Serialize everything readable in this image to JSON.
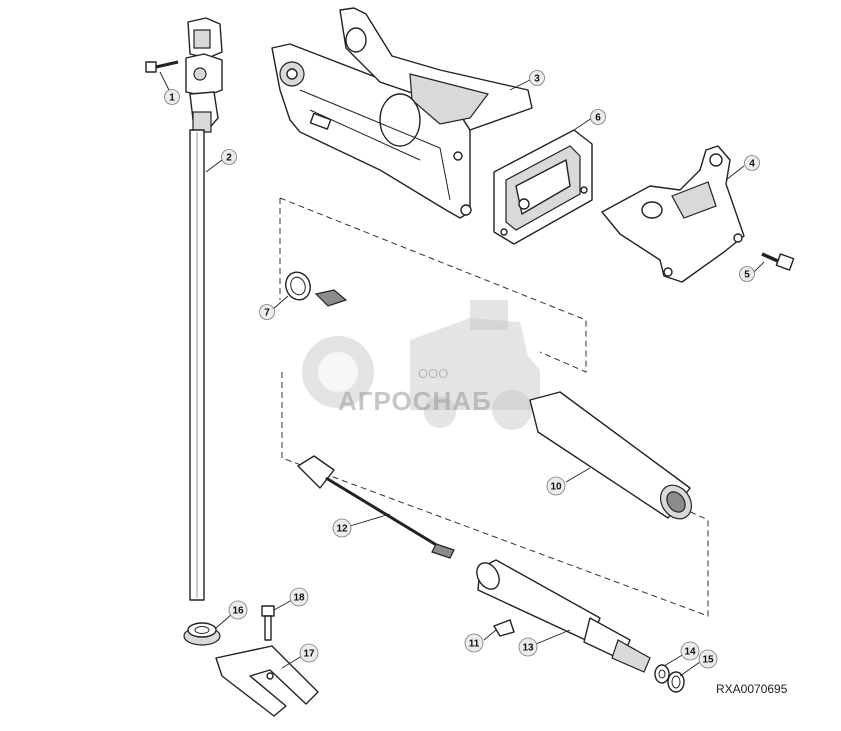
{
  "diagram": {
    "reference_code": "RXA0070695",
    "callouts": [
      "1",
      "2",
      "3",
      "4",
      "5",
      "6",
      "7",
      "10",
      "11",
      "12",
      "13",
      "14",
      "15",
      "16",
      "17",
      "18"
    ]
  },
  "watermark": {
    "company_prefix": "ООО",
    "company_name": "АГРОСНАБ"
  }
}
